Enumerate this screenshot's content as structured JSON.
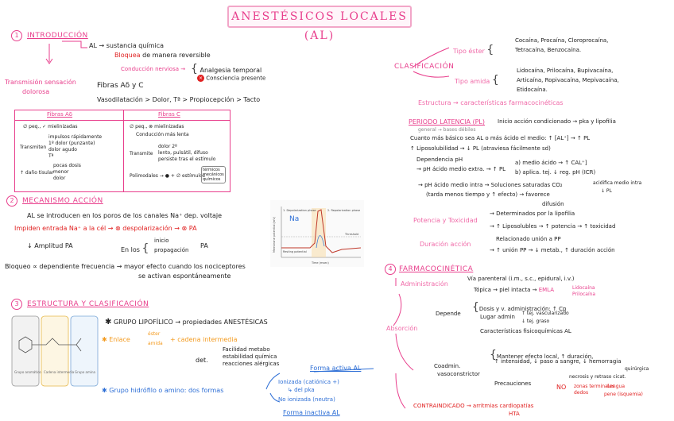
{
  "title": "ANESTÉSICOS LOCALES (AL)",
  "s1": {
    "num": "1",
    "name": "INTRODUCCIÓN",
    "al_def": "AL → sustancia química",
    "bloquea": "Bloquea",
    "bloquea_rest": "de manera reversible",
    "conduccion": "Conducción nerviosa →",
    "analgesia": "Analgesia temporal",
    "conciencia": "Consciencia presente",
    "transmision": "Transmisión sensación",
    "dolorosa": "dolorosa",
    "fibras": "Fibras Aδ  y  C",
    "vaso": "Vasodilatación > Dolor, Tª > Propiocepción > Tacto",
    "fibra_a_title": "Fibras Aδ",
    "fibra_a_1": "∅ peq., ✓ mielinizadas",
    "fibra_a_trans": "Transmiten",
    "fibra_a_list": [
      "impulsos rápidamente",
      "1º dolor (punzante)",
      "dolor agudo",
      "Tª"
    ],
    "fibra_a_dan": "↑ daño tisular",
    "fibra_a_list2": [
      "pocas dosis",
      "menor",
      "dolor"
    ],
    "fibra_c_title": "Fibras C",
    "fibra_c_1": "∅ peq., ⊗ mielinizadas",
    "fibra_c_2": "Conducción más lenta",
    "fibra_c_trans": "Transmite",
    "fibra_c_list": [
      "dolor 2º",
      "lento, pulsátil, difuso",
      "persiste tras el estímulo"
    ],
    "fibra_c_pol": "Polimodales → ● + ∅ estímulos",
    "fibra_c_list2": [
      "térmicos",
      "mecánicos",
      "químicos"
    ]
  },
  "s2": {
    "num": "2",
    "name": "MECANISMO ACCIÓN",
    "line1": "AL  se introducen en los poros de los canales Na⁺ dep. voltaje",
    "line2": "Impiden entrada  Na⁺ a la cél → ⊗ despolarización → ⊗ PA",
    "ampl": "↓ Amplitud PA",
    "en_los": "En los",
    "inicio": "inicio",
    "propag": "propagación",
    "pa": "PA",
    "bloqueo": "Bloqueo ∝ dependiente frecuencia → mayor efecto cuando los nociceptores",
    "activan": "se activan espontáneamente",
    "chart_na": "Na",
    "chart_t1": "1. Depolarization phase",
    "chart_t2": "2. Repolarization phase",
    "chart_th": "Threshold",
    "chart_rest": "Resting potential",
    "chart_x": "Time (msec)",
    "chart_y": "Membrane potential (mV)"
  },
  "s3": {
    "num": "3",
    "name": "ESTRUCTURA Y CLASIFICACIÓN",
    "grupo_lip": "GRUPO LIPOFÍLICO → propiedades ANESTÉSICAS",
    "enlace": "Enlace",
    "ester": "éster",
    "amida": "amida",
    "cadena": "+ cadena intermedia",
    "det": "det.",
    "det_list": [
      "Facilidad metabo",
      "estabilidad química",
      "reacciones alérgicas"
    ],
    "hidro": "Grupo hidrófilo o amino: dos formas",
    "ionizada": "Ionizada (catiónica +)",
    "ionizada2": "↳ del pka",
    "no_ioniz": "No ionizada (neutra)",
    "forma_act": "Forma activa AL",
    "forma_no": "Forma inactiva AL",
    "mol_labels": [
      "Grupo aromático",
      "Cadena intermedia",
      "Grupo amina"
    ]
  },
  "right": {
    "clasif": "CLASIFICACIÓN",
    "tipo_ester": "Tipo éster",
    "ester_list": "Cocaína, Procaína, Cloroprocaína,",
    "ester_list2": "Tetracaína, Benzocaína.",
    "tipo_amida": "Tipo amida",
    "amida_list": "Lidocaína, Prilocaína, Bupivacaína,",
    "amida_list2": "Articaína, Ropivacaína, Mepivacaína,",
    "amida_list3": "Etidocaína.",
    "estruct": "Estructura → características farmacocinéticas",
    "periodo": "PERIODO LATENCIA (PL)",
    "periodo_r": "Inicio acción condicionado → pka y lipofilia",
    "general": "general → bases débiles",
    "cuanto": "Cuanto más básico sea AL o más ácido el medio: ↑ [AL⁺] → ↑ PL",
    "lipo": "↑ Liposolubilidad → ↓ PL (atraviesa fácilmente sd)",
    "depend": "Dependencia pH",
    "ph1": "→ pH ácido medio extra. → ↑ PL",
    "ph1a": "a) medio ácido → ↑ CAL⁺]",
    "ph1b": "b) aplica. tej. ↓ reg. pH (ICR)",
    "ph2": "→ pH ácido medio intra → Soluciones saturadas CO₂",
    "ph2r": "acidifica medio intra",
    "ph2r2": "↓ PL",
    "ph3": "(tarda menos tiempo y ↑ efecto) → favorece",
    "ph3b": "difusión",
    "potencia": "Potencia y Toxicidad",
    "pot1": "→ Determinados por la lipofilia",
    "pot2": "→ ↑ Liposolubles → ↑ potencia → ↑ toxicidad",
    "duracion": "Duración acción",
    "dur1": "Relacionado unión a PP",
    "dur2": "→ ↑ unión PP → ↓ metab., ↑ duración acción",
    "s4num": "4",
    "s4name": "FARMACOCINÉTICA",
    "admin": "Administración",
    "adm1": "Vía parenteral (i.m., s.c., epidural, i.v.)",
    "adm2": "Tópica → piel intacta →",
    "emla": "EMLA",
    "emla2": "Lidocaína",
    "emla3": "Prilocaína",
    "absorcion": "Absorción",
    "depende": "Depende",
    "dep1": "Dosis y v. administración: ↑ Cp",
    "dep2": "Lugar admin",
    "dep2a": "↑ tej. vascularizado",
    "dep2b": "↓ tej. graso",
    "dep3": "Características fisicoquímicas AL",
    "coadmin": "Coadmin.",
    "vasocon": "vasoconstrictor",
    "co1": "Mantener efecto local, ↑ duración,",
    "co2": "↑ intensidad, ↓ paso a sangre, ↓ hemorragia",
    "co2b": "quirúrgica",
    "co3": "Precauciones",
    "co3a": "necrosis y retraso cicat.",
    "co3b": "NO",
    "co3c": "zonas terminales",
    "co3d": "dedos",
    "co3e": "Lengua",
    "co3f": "pene (isquemia)",
    "contra": "CONTRAINDICADO → arritmias cardiopatías",
    "contra2": "HTA"
  }
}
